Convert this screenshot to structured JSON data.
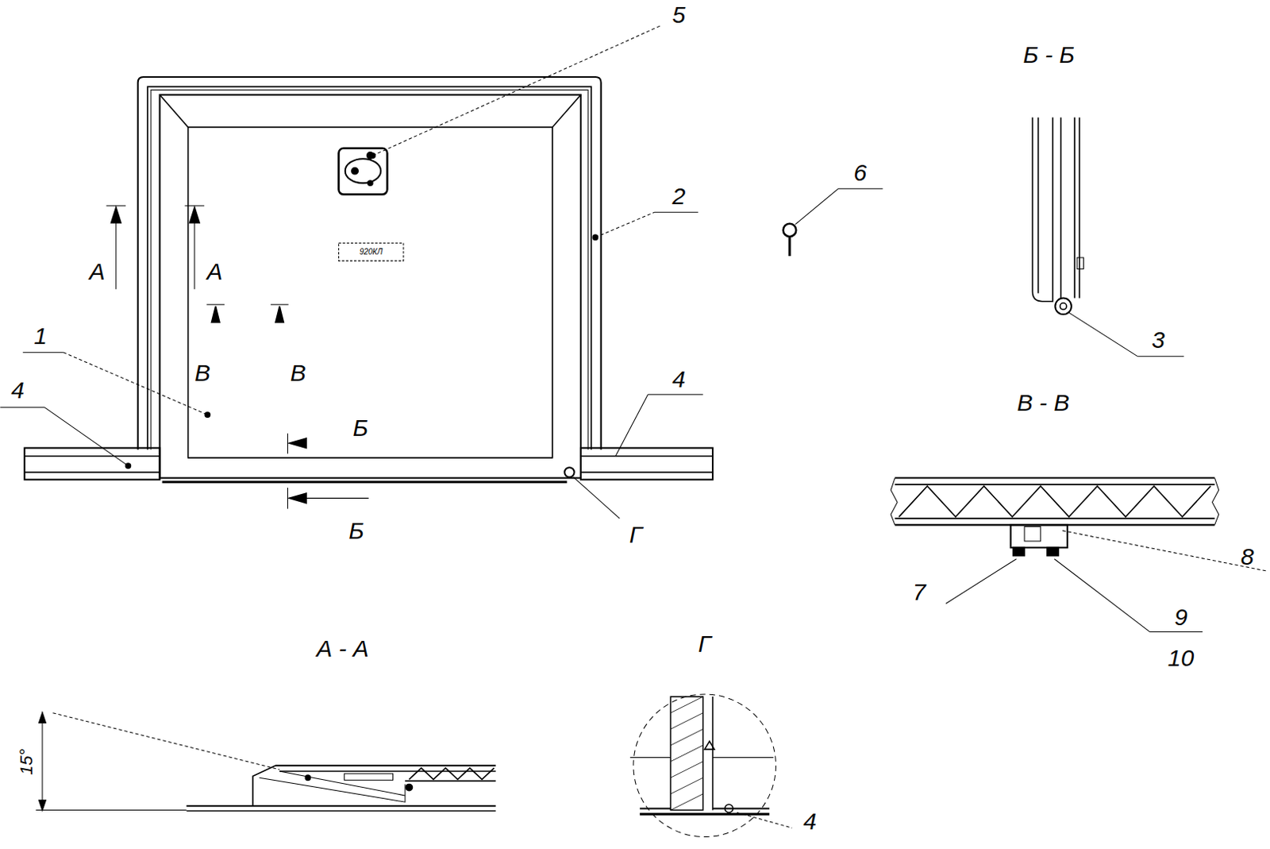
{
  "diagram": {
    "labels": [
      "5",
      "Б - Б",
      "6",
      "2",
      "А",
      "А",
      "920КЛ",
      "3",
      "1",
      "В",
      "В",
      "4",
      "4",
      "В - В",
      "Б",
      "Б",
      "Г",
      "8",
      "7",
      "9",
      "10",
      "А - А",
      "Г",
      "15°",
      "4"
    ]
  }
}
